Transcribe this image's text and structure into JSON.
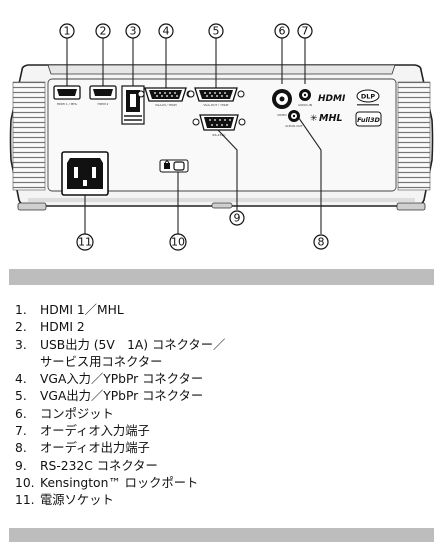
{
  "callouts": [
    "1",
    "2",
    "3",
    "4",
    "5",
    "6",
    "7",
    "8",
    "9",
    "10",
    "11"
  ],
  "legend": [
    {
      "num": "1.",
      "text": "HDMI 1／MHL"
    },
    {
      "num": "2.",
      "text": "HDMI 2"
    },
    {
      "num": "3.",
      "text": "USB出力 (5V　1A) コネクター／",
      "text2": "サービス用コネクター"
    },
    {
      "num": "4.",
      "text": "VGA入力／YPbPr コネクター"
    },
    {
      "num": "5.",
      "text": "VGA出力／YPbPr コネクター"
    },
    {
      "num": "6.",
      "text": "コンポジット"
    },
    {
      "num": "7.",
      "text": "オーディオ入力端子"
    },
    {
      "num": "8.",
      "text": "オーディオ出力端子"
    },
    {
      "num": "9.",
      "text": "RS-232C コネクター"
    },
    {
      "num": "10.",
      "text": "Kensington™ ロックポート"
    },
    {
      "num": "11.",
      "text": "電源ソケット"
    }
  ],
  "logos": {
    "hdmi": "HDMI",
    "dlp": "DLP",
    "mhl": "MHL",
    "full3d": "Full3D"
  },
  "port_labels": {
    "p1": "HDMI 1 / MHL",
    "p2": "HDMI 2",
    "p4": "VGA-IN / YPbPr",
    "p5": "VGA-OUT / YPbPr",
    "p6": "VIDEO",
    "p7": "AUDIO-IN",
    "p8": "AUDIO-OUT",
    "p9": "RS-232C"
  }
}
